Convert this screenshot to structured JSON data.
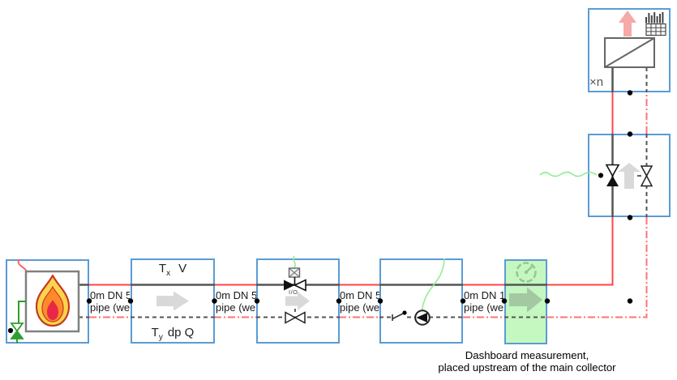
{
  "diagram": {
    "caption": {
      "line1": "Dashboard measurement,",
      "line2": "placed upstream of the main collector"
    },
    "pipe_labels": [
      {
        "line1": "0m DN 5",
        "line2": "pipe (we"
      },
      {
        "line1": "0m DN 5",
        "line2": "pipe (we"
      },
      {
        "line1": "0m DN 5",
        "line2": "pipe (we"
      },
      {
        "line1": "0m DN 1",
        "line2": "pipe (we"
      }
    ],
    "measurement_box": {
      "top_label": {
        "base": "T",
        "sub": "x",
        "rest": "V"
      },
      "bottom_label": {
        "base": "T",
        "sub": "y",
        "rest": "dp Q"
      }
    },
    "control_valve_box": {
      "io_label": "I/O"
    },
    "substation_box": {
      "multiplier_label": "×n"
    },
    "colors": {
      "component_border": "#5b9bd5",
      "supply_line": "#ff4444",
      "return_line": "#ff7373",
      "component_line": "#555555",
      "signal_wire": "#90ee90",
      "highlight_fill": "#96f08c",
      "flow_arrow_gray": "#d9d9d9",
      "heat_arrow_pink": "#f5a9a9",
      "safety_valve_green": "#2f9e2f"
    }
  }
}
